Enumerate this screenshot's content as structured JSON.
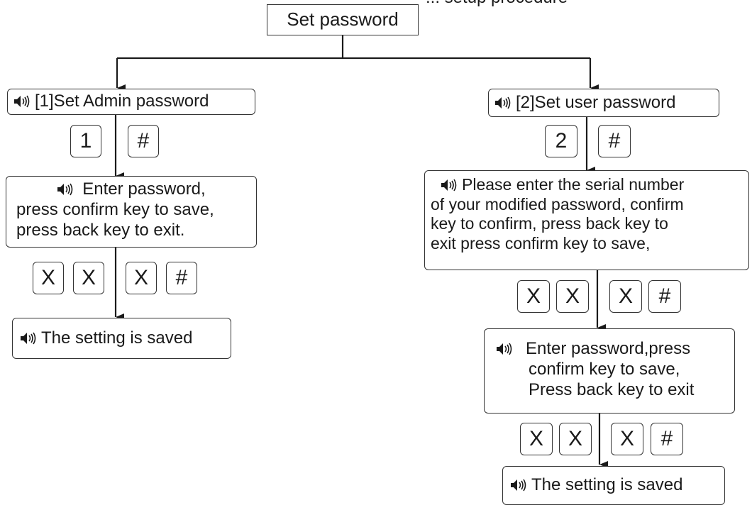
{
  "header_fragment": "... setup procedure",
  "root": {
    "label": "Set password"
  },
  "left_branch": {
    "title": "[1]Set Admin password",
    "select_keys": [
      "1",
      "#"
    ],
    "enter_lines": [
      "Enter password,",
      "press confirm key to save,",
      "press back key to exit."
    ],
    "entry_keys": [
      "X",
      "X",
      "X",
      "#"
    ],
    "result": "The setting is saved"
  },
  "right_branch": {
    "title": "[2]Set user password",
    "select_keys": [
      "2",
      "#"
    ],
    "serial_lines": [
      "Please enter the serial number",
      "of your modified password, confirm",
      "key to confirm, press back key to",
      "exit press confirm key to save,"
    ],
    "serial_keys": [
      "X",
      "X",
      "X",
      "#"
    ],
    "enter_lines": [
      "Enter password,press",
      "confirm key to save,",
      "Press back key to exit"
    ],
    "entry_keys": [
      "X",
      "X",
      "X",
      "#"
    ],
    "result": "The setting is saved"
  },
  "icons": {
    "voice_prompt": "speaker-icon"
  },
  "colors": {
    "line": "#1a1a1a",
    "border": "#333333",
    "background": "#ffffff"
  }
}
